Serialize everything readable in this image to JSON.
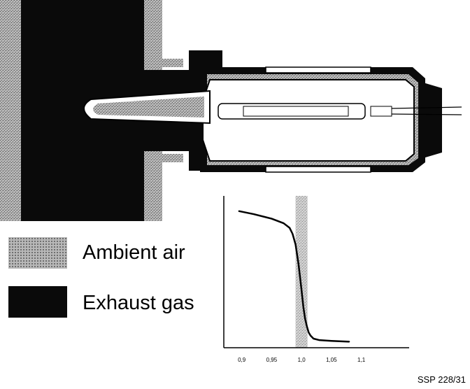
{
  "legend": {
    "items": [
      {
        "label": "Ambient air",
        "pattern": "stipple-gray"
      },
      {
        "label": "Exhaust gas",
        "pattern": "solid-black"
      }
    ]
  },
  "caption": "SSP 228/31",
  "colors": {
    "exhaust": "#0a0a0a",
    "ambient": "#9a9a9a",
    "line": "#000000",
    "background": "#ffffff"
  },
  "chart_data": {
    "type": "line",
    "title": "",
    "xlabel": "",
    "ylabel": "",
    "x_ticks": [
      "0,9",
      "0,95",
      "1,0",
      "1,05",
      "1,1"
    ],
    "xlim": [
      0.87,
      1.18
    ],
    "highlight_band": [
      0.99,
      1.01
    ],
    "series": [
      {
        "x": [
          0.895,
          0.92,
          0.95,
          0.97,
          0.98,
          0.985,
          0.99,
          0.995,
          1.0,
          1.003,
          1.006,
          1.009,
          1.012,
          1.015,
          1.02,
          1.03,
          1.05,
          1.08
        ],
        "y": [
          0.9,
          0.88,
          0.85,
          0.82,
          0.79,
          0.75,
          0.68,
          0.55,
          0.38,
          0.27,
          0.19,
          0.14,
          0.1,
          0.08,
          0.06,
          0.05,
          0.045,
          0.04
        ]
      }
    ]
  }
}
